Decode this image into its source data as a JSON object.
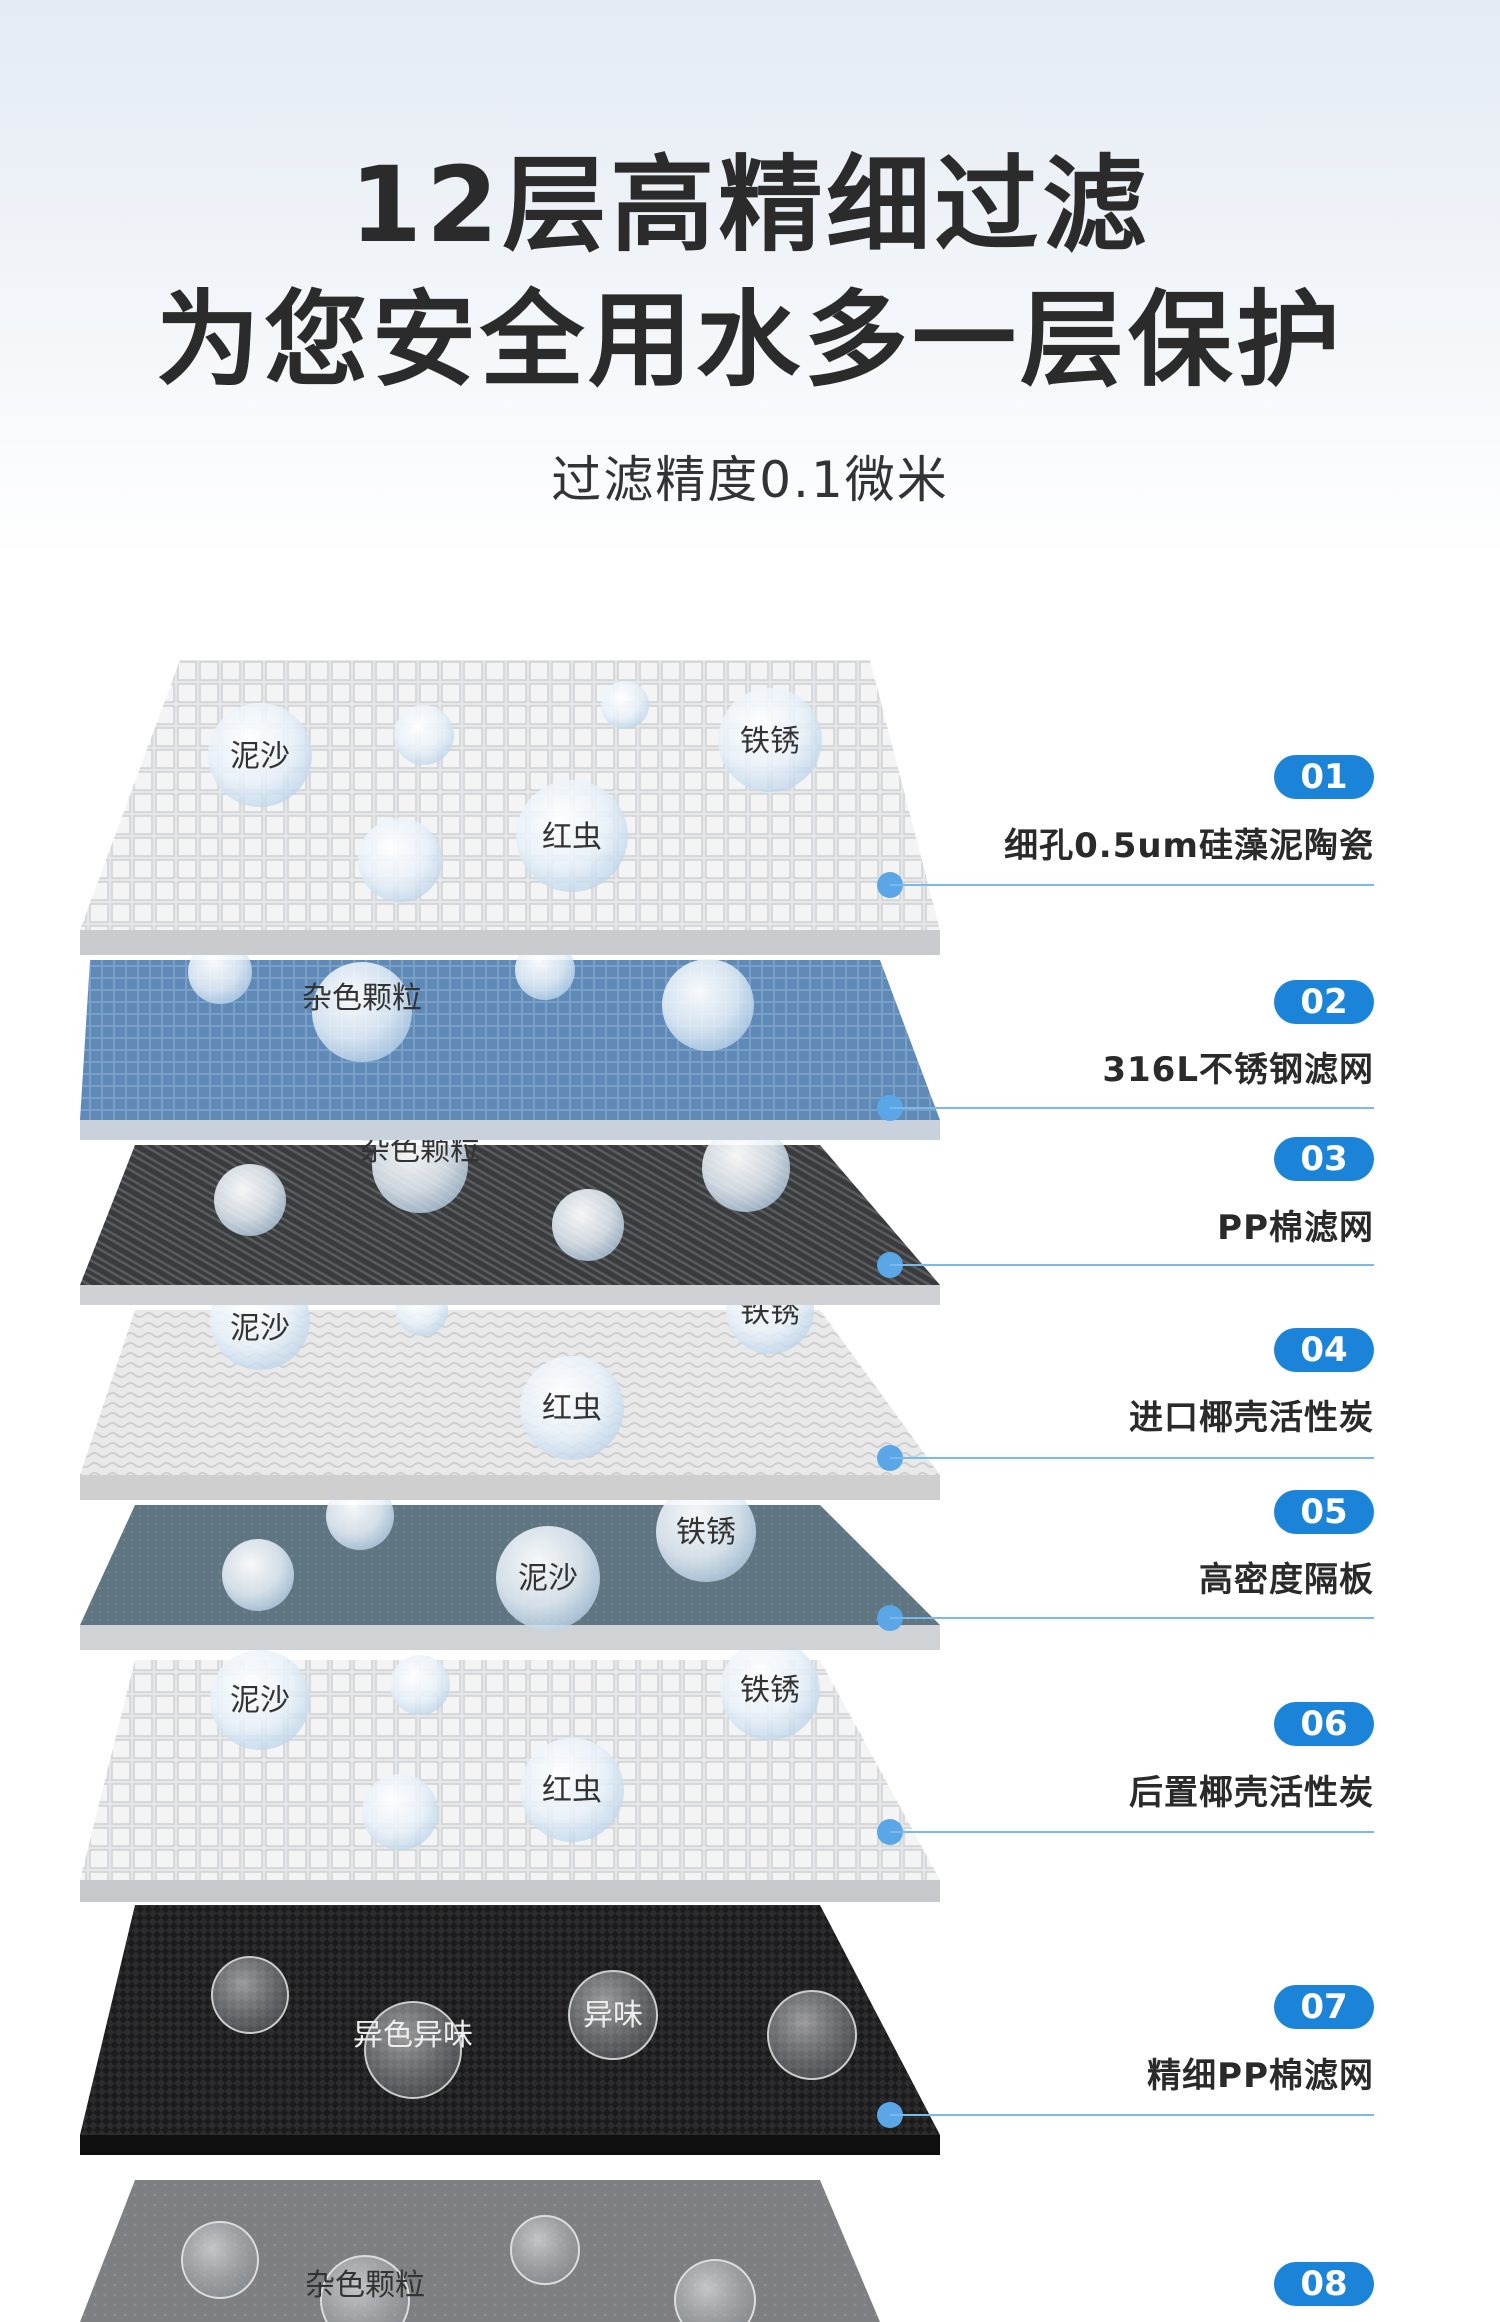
{
  "header": {
    "title_line1": "12层高精细过滤",
    "title_line2": "为您安全用水多一层保护",
    "subtitle": "过滤精度0.1微米"
  },
  "layers": [
    {
      "number": "01",
      "label": "细孔0.5um硅藻泥陶瓷",
      "texture": "light-grid",
      "bubbles": [
        "泥沙",
        "红虫",
        "铁锈"
      ]
    },
    {
      "number": "02",
      "label": "316L不锈钢滤网",
      "texture": "blue-mesh",
      "bubbles": [
        "杂色颗粒"
      ]
    },
    {
      "number": "03",
      "label": "PP棉滤网",
      "texture": "dark-mesh",
      "bubbles": [
        "杂色颗粒"
      ]
    },
    {
      "number": "04",
      "label": "进口椰壳活性炭",
      "texture": "white-fiber",
      "bubbles": [
        "泥沙",
        "红虫",
        "铁锈"
      ]
    },
    {
      "number": "05",
      "label": "高密度隔板",
      "texture": "slate",
      "bubbles": [
        "泥沙",
        "铁锈"
      ]
    },
    {
      "number": "06",
      "label": "后置椰壳活性炭",
      "texture": "light-grid",
      "bubbles": [
        "泥沙",
        "红虫",
        "铁锈"
      ]
    },
    {
      "number": "07",
      "label": "精细PP棉滤网",
      "texture": "black-carbon",
      "bubbles": [
        "异色异味",
        "异味"
      ]
    },
    {
      "number": "08",
      "label": "",
      "texture": "gray",
      "bubbles": [
        "杂色颗粒"
      ]
    }
  ],
  "colors": {
    "accent": "#1c84d8",
    "title": "#2b2b2b"
  }
}
